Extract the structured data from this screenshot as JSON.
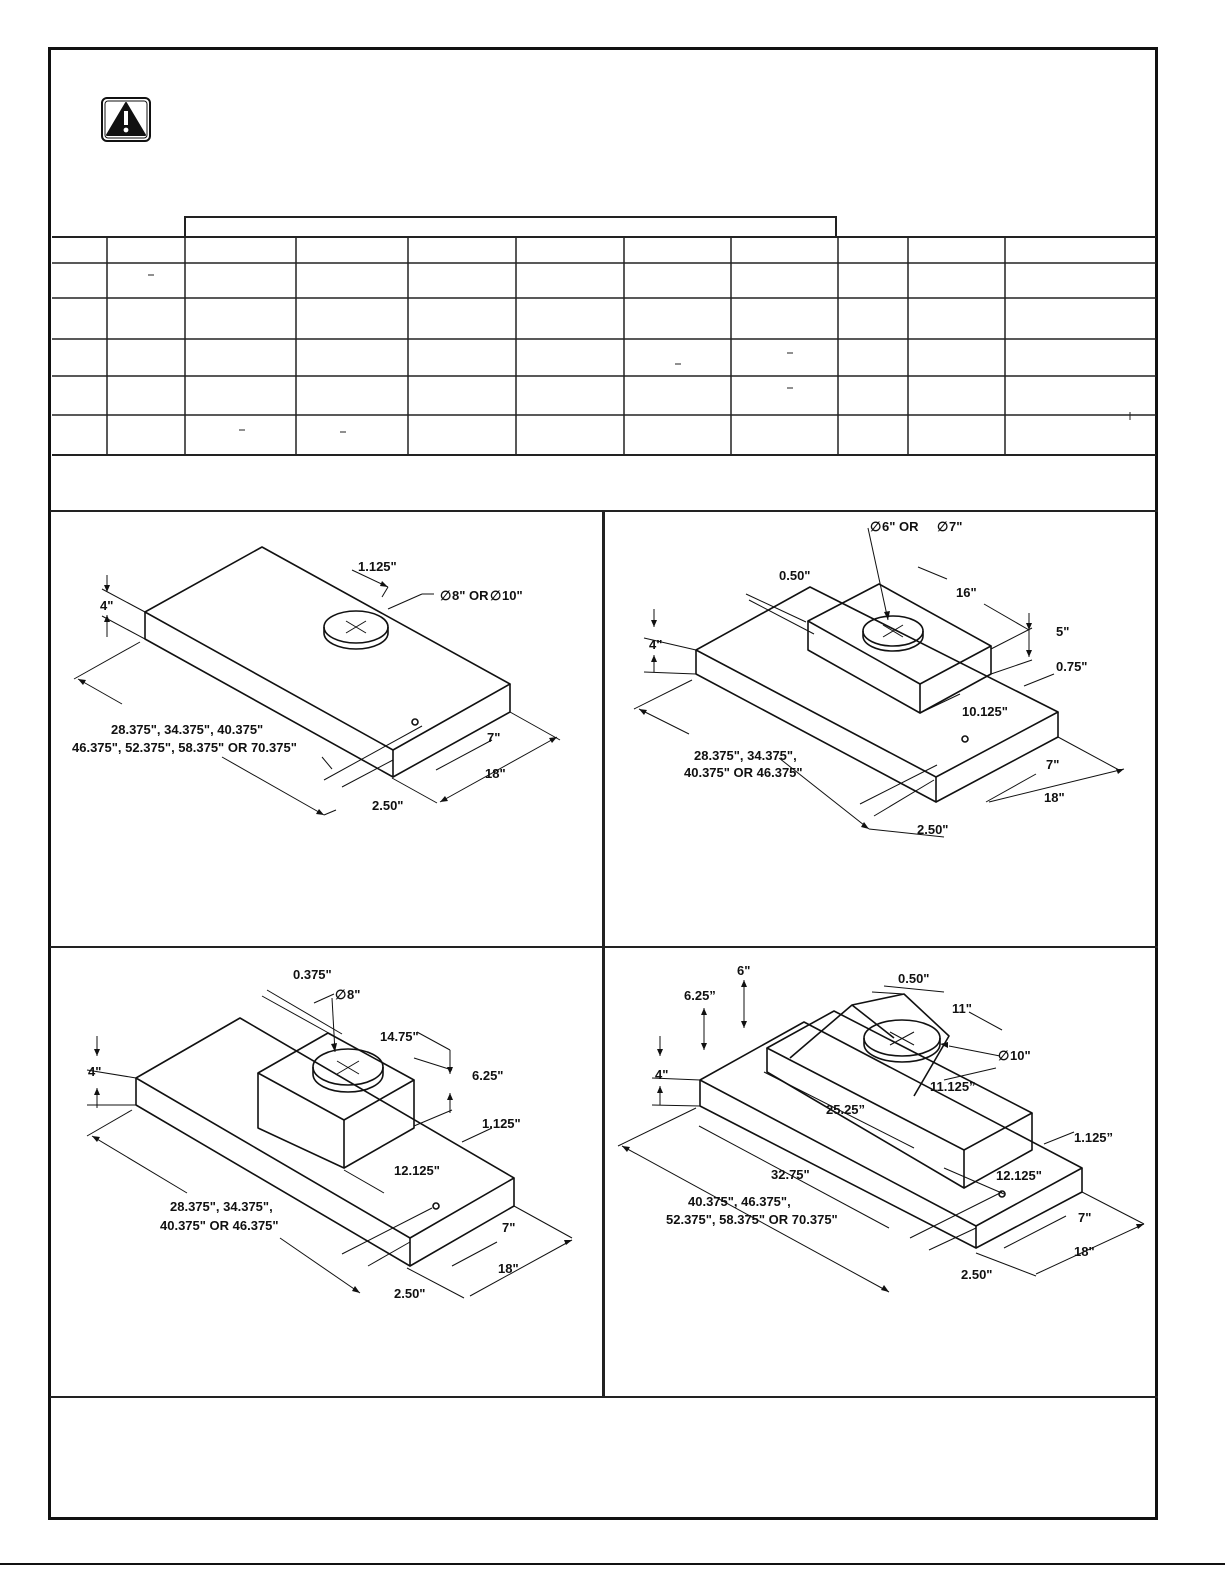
{
  "diagrams": {
    "top_left": {
      "duct_callout": "8\" OR",
      "duct_callout_2": "10\"",
      "dims": {
        "overhang": "1.125\"",
        "height": "4\"",
        "widths_line1": "28.375\", 34.375\", 40.375\"",
        "widths_line2": "46.375\", 52.375\", 58.375\" OR 70.375\"",
        "inner_depth": "7\"",
        "depth": "18\"",
        "front": "2.50\""
      }
    },
    "top_right": {
      "duct_callout": "6\" OR",
      "duct_callout_2": "7\"",
      "dims": {
        "offset": "0.50\"",
        "box_width": "16\"",
        "height": "4\"",
        "box_height": "5\"",
        "box_offset": "0.75\"",
        "box_depth": "10.125\"",
        "widths_line1": "28.375\", 34.375\",",
        "widths_line2": "40.375\" OR 46.375\"",
        "inner_depth": "7\"",
        "depth": "18\"",
        "front": "2.50\""
      }
    },
    "bottom_left": {
      "duct_callout": "8\"",
      "dims": {
        "offset": "0.375\"",
        "box_width": "14.75\"",
        "height": "4\"",
        "box_height": "6.25\"",
        "box_offset": "1.125\"",
        "box_depth": "12.125\"",
        "widths_line1": "28.375\", 34.375\",",
        "widths_line2": "40.375\" OR 46.375\"",
        "inner_depth": "7\"",
        "depth": "18\"",
        "front": "2.50\""
      }
    },
    "bottom_right": {
      "duct_callout": "10\"",
      "dims": {
        "top_height": "6\"",
        "box_height": "6.25”",
        "offset": "0.50\"",
        "top_width": "11\"",
        "height": "4\"",
        "slope": "11.125”",
        "inner_width": "25.25”",
        "box_offset": "1.125”",
        "box_width": "32.75\"",
        "box_depth": "12.125\"",
        "widths_line1": "40.375\", 46.375\",",
        "widths_line2": "52.375\", 58.375\" OR 70.375\"",
        "inner_depth": "7\"",
        "depth": "18\"",
        "front": "2.50\""
      }
    }
  }
}
